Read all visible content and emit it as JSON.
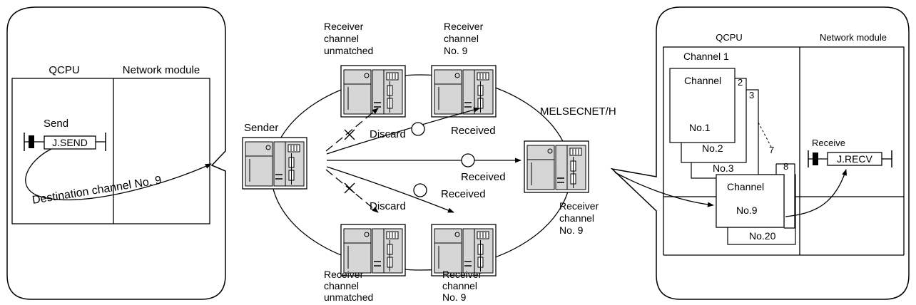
{
  "left_panel": {
    "cpu_label": "QCPU",
    "module_label": "Network module",
    "send_label": "Send",
    "instruction": "J.SEND",
    "destination_note": "Destination channel No. 9"
  },
  "network": {
    "name": "MELSECNET/H",
    "sender_label": "Sender",
    "top_left": {
      "line1": "Receiver",
      "line2": "channel",
      "line3": "unmatched"
    },
    "top_right": {
      "line1": "Receiver",
      "line2": "channel",
      "line3": "No. 9"
    },
    "bottom_left": {
      "line1": "Receiver",
      "line2": "channel",
      "line3": "unmatched"
    },
    "bottom_right": {
      "line1": "Receiver",
      "line2": "channel",
      "line3": "No. 9"
    },
    "right_station": {
      "line1": "Receiver",
      "line2": "channel",
      "line3": "No. 9"
    },
    "discard_label": "Discard",
    "received_label": "Received"
  },
  "right_panel": {
    "cpu_label": "QCPU",
    "module_label": "Network module",
    "channel1_title": "Channel 1",
    "channel_word": "Channel",
    "no1": "No.1",
    "no2": "No.2",
    "no3": "No.3",
    "no9": "No.9",
    "no20": "No.20",
    "num2": "2",
    "num3": "3",
    "num7": "7",
    "num8": "8",
    "receive_label": "Receive",
    "instruction": "J.RECV"
  }
}
